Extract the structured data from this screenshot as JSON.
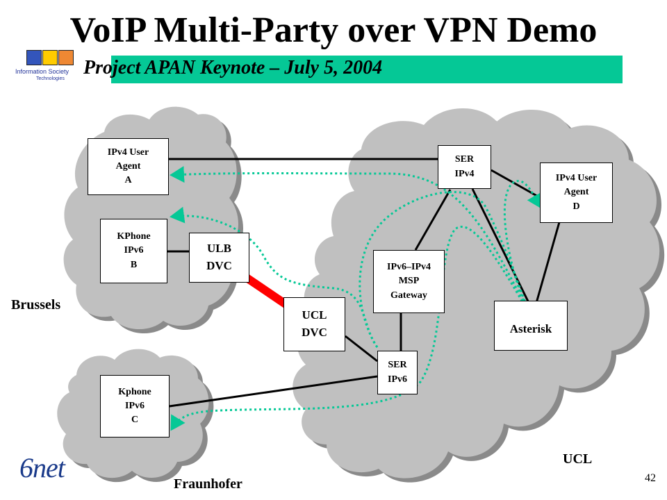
{
  "header": {
    "title": "VoIP Multi-Party over VPN Demo",
    "subtitle": "Project APAN Keynote – July 5, 2004",
    "ist_logo_text_1": "Information Society",
    "ist_logo_text_2": "Technologies",
    "banner_color": "#05c896"
  },
  "nodes": {
    "ipv4_ua_a": [
      "IPv4 User",
      "Agent",
      "A"
    ],
    "kphone_b": [
      "KPhone",
      "IPv6",
      "B"
    ],
    "ulb_dvc": [
      "ULB",
      "DVC"
    ],
    "ucl_dvc": [
      "UCL",
      "DVC"
    ],
    "kphone_c": [
      "Kphone",
      "IPv6",
      "C"
    ],
    "ser_ipv4": [
      "SER",
      "IPv4"
    ],
    "ipv4_ua_d": [
      "IPv4 User",
      "Agent",
      "D"
    ],
    "gateway": [
      "IPv6–IPv4",
      "MSP",
      "Gateway"
    ],
    "asterisk": [
      "Asterisk"
    ],
    "ser_ipv6": [
      "SER",
      "IPv6"
    ]
  },
  "regions": {
    "brussels": "Brussels",
    "fraunhofer": "Fraunhofer",
    "ucl": "UCL"
  },
  "footer": {
    "logo": "6net",
    "page_number": "42"
  },
  "colors": {
    "cloud": "#c0c0c0",
    "cloud_shadow": "#8a8a8a",
    "signaling": "#05c896",
    "tunnel": "#ff0000"
  }
}
